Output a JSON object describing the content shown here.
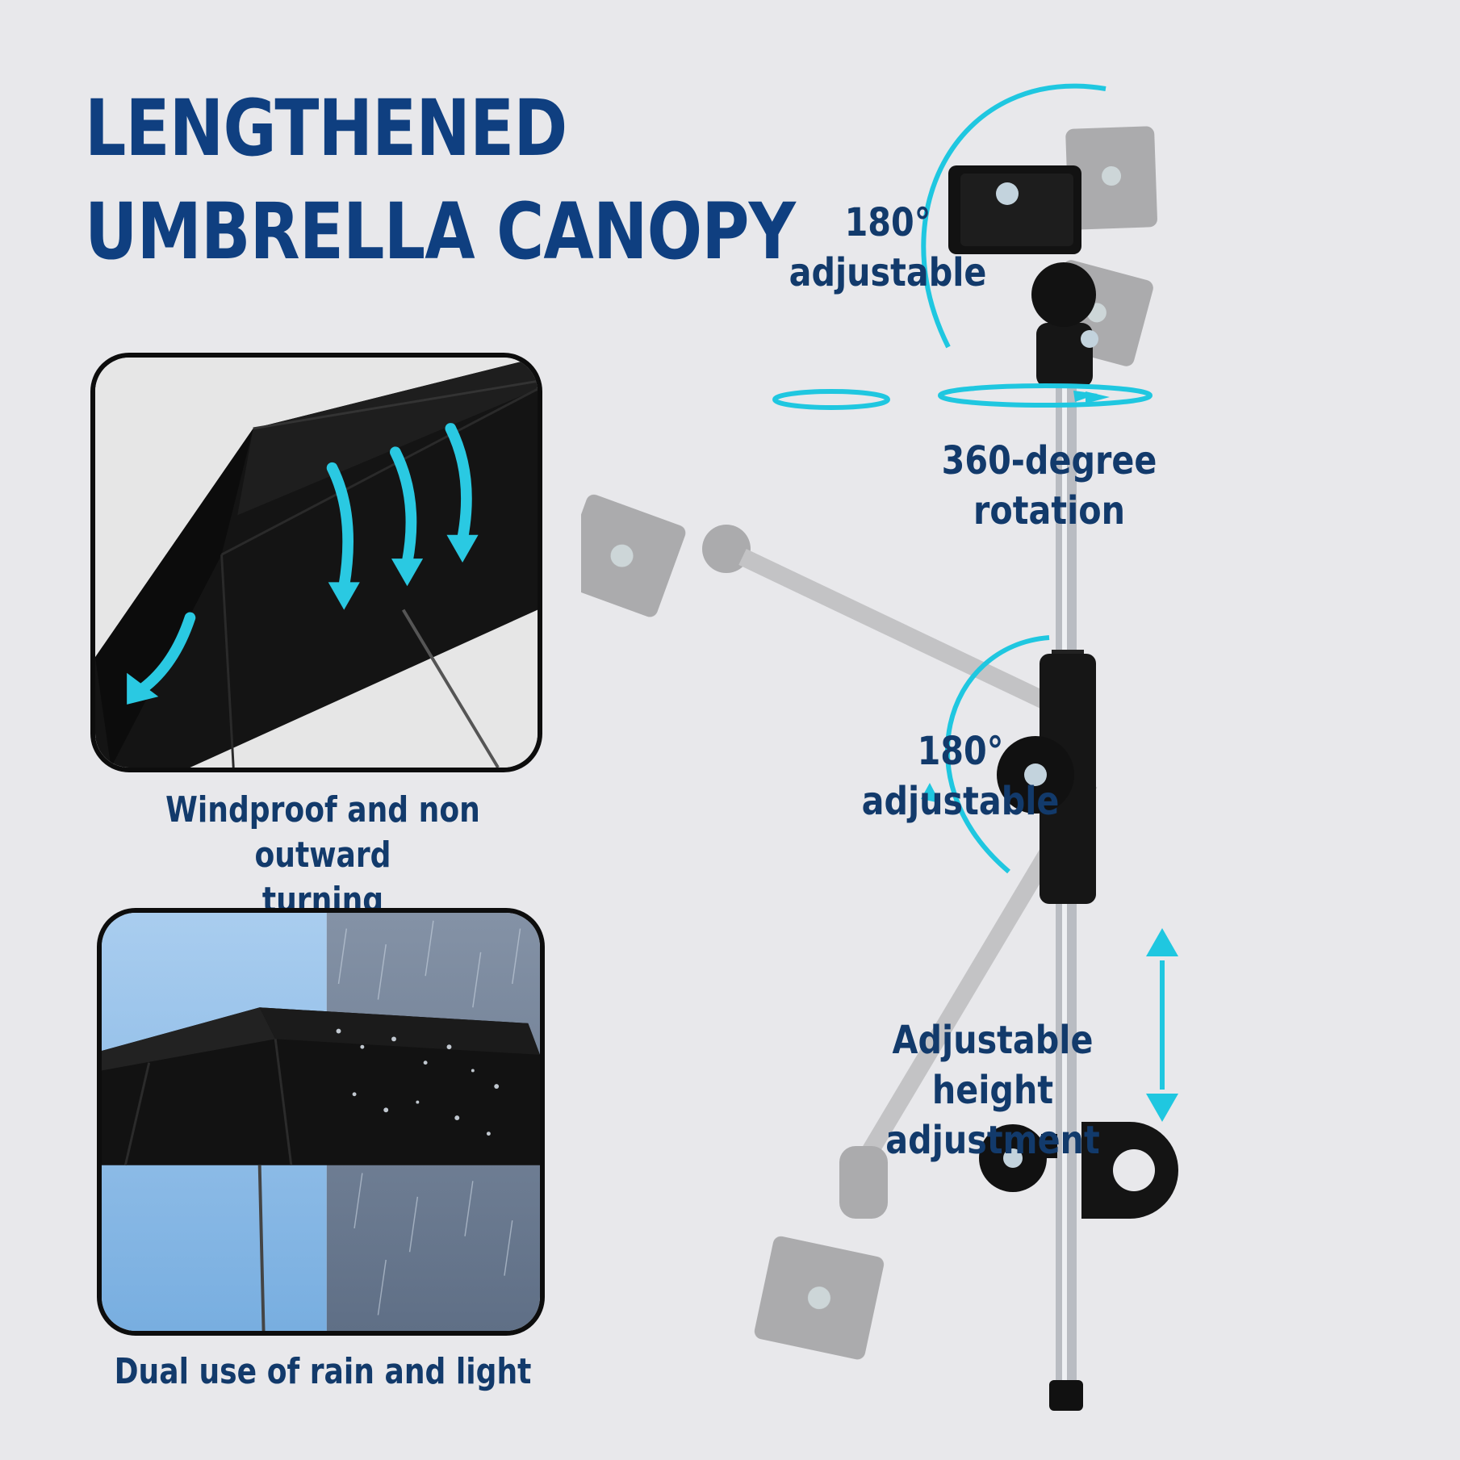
{
  "headline": {
    "line1": "LENGTHENED",
    "line2": "UMBRELLA CANOPY"
  },
  "panels": {
    "windproof_caption_line1": "Windproof and non outward",
    "windproof_caption_line2": "turning",
    "dual_use_caption": "Dual use of rain and light"
  },
  "callouts": {
    "top_rotation_line1": "180°",
    "top_rotation_line2": "adjustable",
    "swivel_line1": "360-degree",
    "swivel_line2": "rotation",
    "joint_rotation_line1": "180°",
    "joint_rotation_line2": "adjustable",
    "height_line1": "Adjustable height",
    "height_line2": "adjustment"
  },
  "colors": {
    "headline": "#0f3f80",
    "text": "#123a6b",
    "accent_cyan": "#1fc7e0",
    "background": "#e8e8eb"
  }
}
